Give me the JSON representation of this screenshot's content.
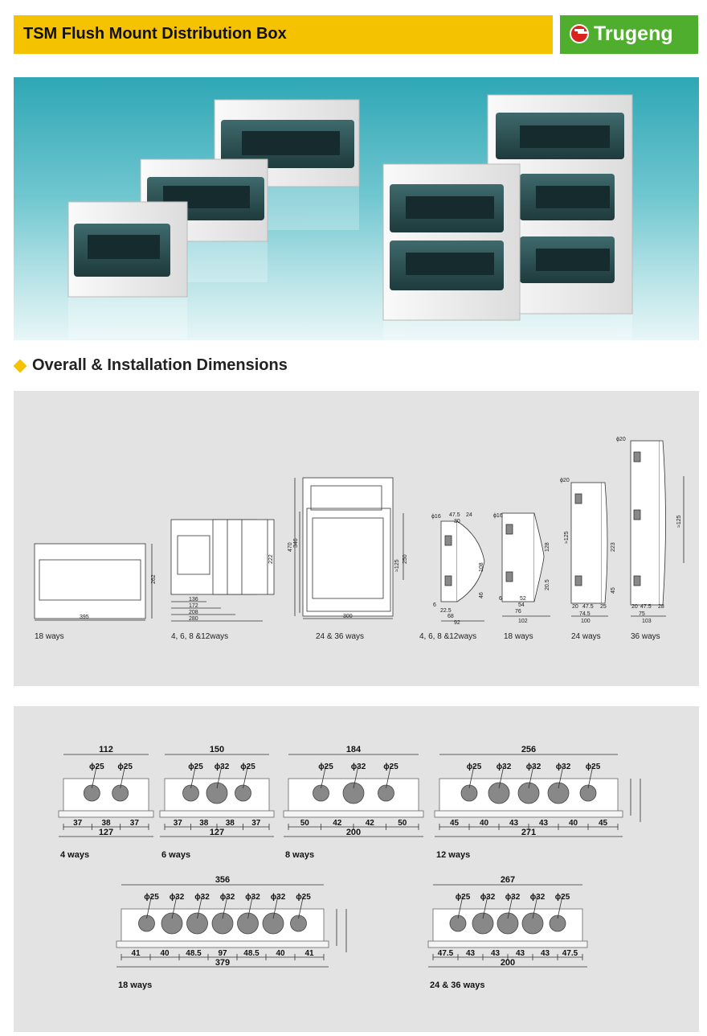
{
  "header": {
    "title": "TSM Flush Mount Distribution Box",
    "brand": "Trugeng"
  },
  "section": {
    "title": "Overall & Installation Dimensions"
  },
  "colors": {
    "accent": "#f5c200",
    "brand_green": "#4fae2d",
    "brand_red": "#d8241c",
    "panel": "#e3e3e3"
  },
  "overall": {
    "box18": {
      "w": "395",
      "h": "262",
      "caption": "18 ways"
    },
    "box4": {
      "h": "222",
      "d1": "136",
      "d2": "172",
      "d3": "208",
      "d4": "280",
      "caption": "4, 6, 8 &12ways"
    },
    "box24": {
      "h1": "470",
      "h2": "346",
      "h3": "≈125",
      "h4": "250",
      "w": "300",
      "caption": "24 & 36 ways"
    },
    "side4": {
      "phi": "ϕ16",
      "a": "47.5",
      "b": "24",
      "c": "30",
      "h1": "108",
      "h2": "46",
      "d1": "6",
      "d2": "22.5",
      "d3": "68",
      "d4": "92",
      "caption": "4, 6, 8 &12ways"
    },
    "side18": {
      "phi": "ϕ16",
      "h1": "128",
      "h2": "20.5",
      "d1": "6",
      "d2": "52",
      "d3": "54",
      "d4": "76",
      "d5": "102",
      "caption": "18 ways"
    },
    "side24": {
      "phi": "ϕ20",
      "h1": "≈125",
      "h2": "223",
      "h3": "45",
      "d1": "20",
      "d2": "47.5",
      "d3": "25",
      "d4": "74.5",
      "d5": "100",
      "caption": "24 ways"
    },
    "side36": {
      "phi": "ϕ20",
      "h1": "≈125",
      "d1": "20",
      "d2": "47.5",
      "d3": "28",
      "d4": "75",
      "d5": "103",
      "caption": "36 ways"
    }
  },
  "installation": {
    "w4": {
      "top": "112",
      "holes": [
        "ϕ25",
        "ϕ25"
      ],
      "segs": [
        "37",
        "38",
        "37"
      ],
      "total": "127",
      "caption": "4 ways"
    },
    "w6": {
      "top": "150",
      "holes": [
        "ϕ25",
        "ϕ32",
        "ϕ25"
      ],
      "segs": [
        "37",
        "38",
        "38",
        "37"
      ],
      "total": "127",
      "caption": "6 ways"
    },
    "w8": {
      "top": "184",
      "holes": [
        "ϕ25",
        "ϕ32",
        "ϕ25"
      ],
      "segs": [
        "50",
        "42",
        "42",
        "50"
      ],
      "total": "200",
      "caption": "8 ways"
    },
    "w12": {
      "top": "256",
      "holes": [
        "ϕ25",
        "ϕ32",
        "ϕ32",
        "ϕ32",
        "ϕ25"
      ],
      "segs": [
        "45",
        "40",
        "43",
        "43",
        "40",
        "45"
      ],
      "total": "271",
      "caption": "12 ways"
    },
    "w18": {
      "top": "356",
      "holes": [
        "ϕ25",
        "ϕ32",
        "ϕ32",
        "ϕ32",
        "ϕ32",
        "ϕ32",
        "ϕ25"
      ],
      "segs": [
        "41",
        "40",
        "48.5",
        "97",
        "48.5",
        "40",
        "41"
      ],
      "total": "379",
      "caption": "18 ways"
    },
    "w24": {
      "top": "267",
      "holes": [
        "ϕ25",
        "ϕ32",
        "ϕ32",
        "ϕ32",
        "ϕ25"
      ],
      "segs": [
        "47.5",
        "43",
        "43",
        "43",
        "43",
        "47.5"
      ],
      "total": "200",
      "caption": "24 & 36 ways"
    }
  }
}
